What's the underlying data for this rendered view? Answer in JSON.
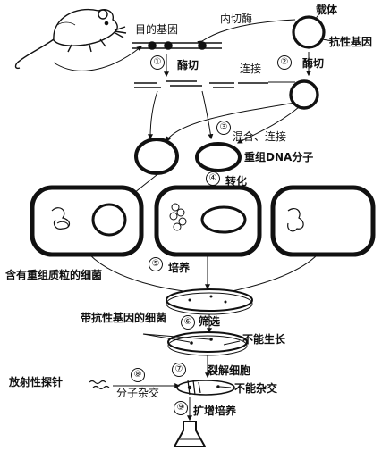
{
  "labels": {
    "target_gene": "目的基因",
    "restriction_enzyme": "内切酶",
    "vector": "载体",
    "resistance_gene": "抗性基因",
    "cut_1": "酶切",
    "ligation": "连接",
    "cut_2": "酶切",
    "mix_ligate": "混合、连接",
    "recombinant_dna": "重组DNA分子",
    "transformation": "转化",
    "bacteria_with_plasmid": "含有重组质粒的细菌",
    "culture": "培养",
    "bacteria_resistant": "带抗性基因的细菌",
    "screening": "筛选",
    "cannot_grow": "不能生长",
    "lyse_cells": "裂解细胞",
    "radioactive_probe": "放射性探针",
    "molecular_hybridization": "分子杂交",
    "cannot_hybridize": "不能杂交",
    "amplify_culture": "扩增培养"
  },
  "steps": [
    "①",
    "②",
    "③",
    "④",
    "⑤",
    "⑥",
    "⑦",
    "⑧",
    "⑨"
  ],
  "colors": {
    "ink": "#111111",
    "paper": "#ffffff"
  }
}
